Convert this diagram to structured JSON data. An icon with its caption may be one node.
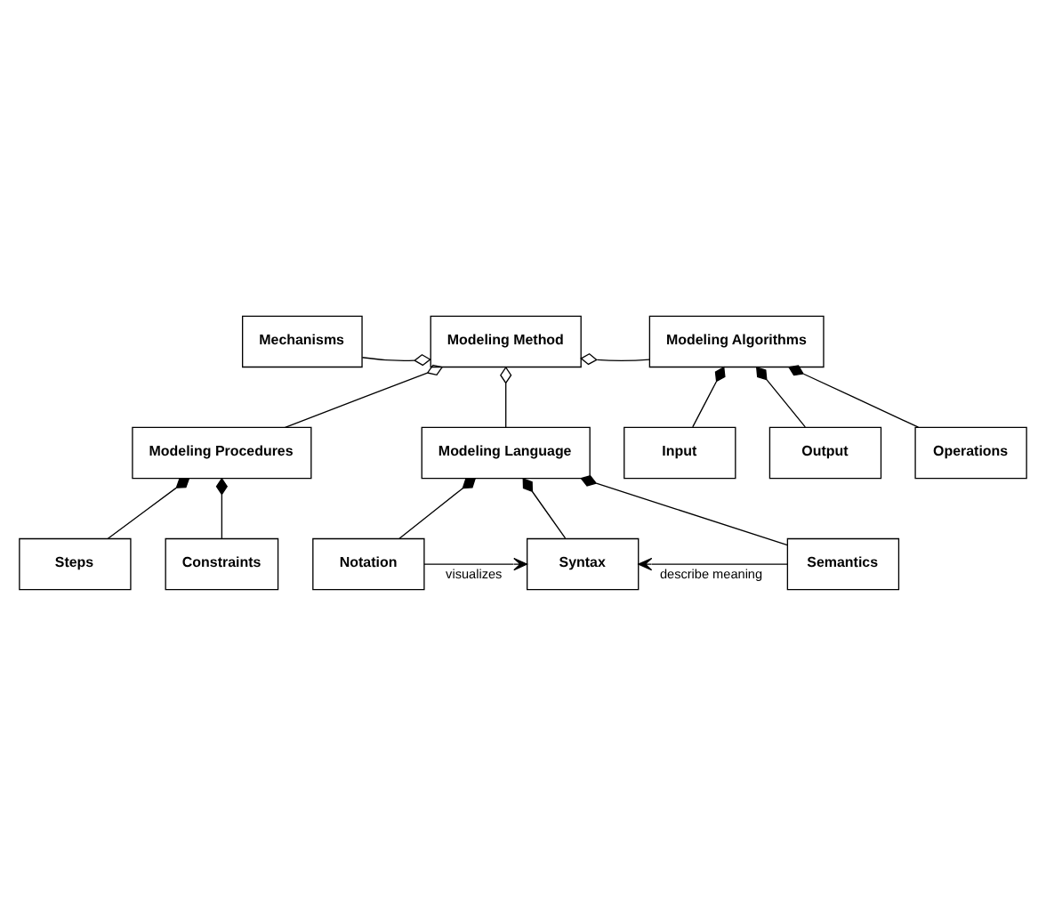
{
  "diagram": {
    "nodes": [
      {
        "text": [
          "Mechanisms"
        ]
      },
      {
        "text": [
          "Modeling Method"
        ]
      },
      {
        "text": [
          "Modeling Algorithms"
        ]
      },
      {
        "text": [
          "Modeling Procedures"
        ]
      },
      {
        "text": [
          "Input"
        ]
      },
      {
        "text": [
          "Output"
        ]
      },
      {
        "text": [
          "Operations"
        ]
      },
      {
        "text": [
          "Steps"
        ]
      },
      {
        "text": [
          "Constraints"
        ]
      },
      {
        "text": [
          "Modeling Language"
        ]
      },
      {
        "text": [
          "Notation"
        ]
      },
      {
        "text": [
          "Syntax"
        ]
      },
      {
        "text": [
          "Semantics"
        ]
      }
    ],
    "edges": [
      {
        "from": 0,
        "to": 1,
        "arrow": "other"
      },
      {
        "from": 3,
        "to": 1,
        "arrow": "other"
      },
      {
        "from": 2,
        "to": 1,
        "arrow": "other"
      },
      {
        "from": 9,
        "to": 1,
        "arrow": "other"
      },
      {
        "from": 4,
        "to": 2,
        "arrow": "other"
      },
      {
        "from": 5,
        "to": 2,
        "arrow": "other"
      },
      {
        "from": 6,
        "to": 2,
        "arrow": "other"
      },
      {
        "from": 7,
        "to": 3,
        "arrow": "other"
      },
      {
        "from": 8,
        "to": 3,
        "arrow": "other"
      },
      {
        "from": 10,
        "to": 9,
        "arrow": "other"
      },
      {
        "from": 11,
        "to": 9,
        "arrow": "other"
      },
      {
        "from": 12,
        "to": 9,
        "arrow": "other"
      },
      {
        "from": 10,
        "to": 11,
        "arrow": "to",
        "label": "visualizes"
      },
      {
        "from": 12,
        "to": 11,
        "arrow": "to",
        "label": "describe meaning"
      }
    ]
  }
}
